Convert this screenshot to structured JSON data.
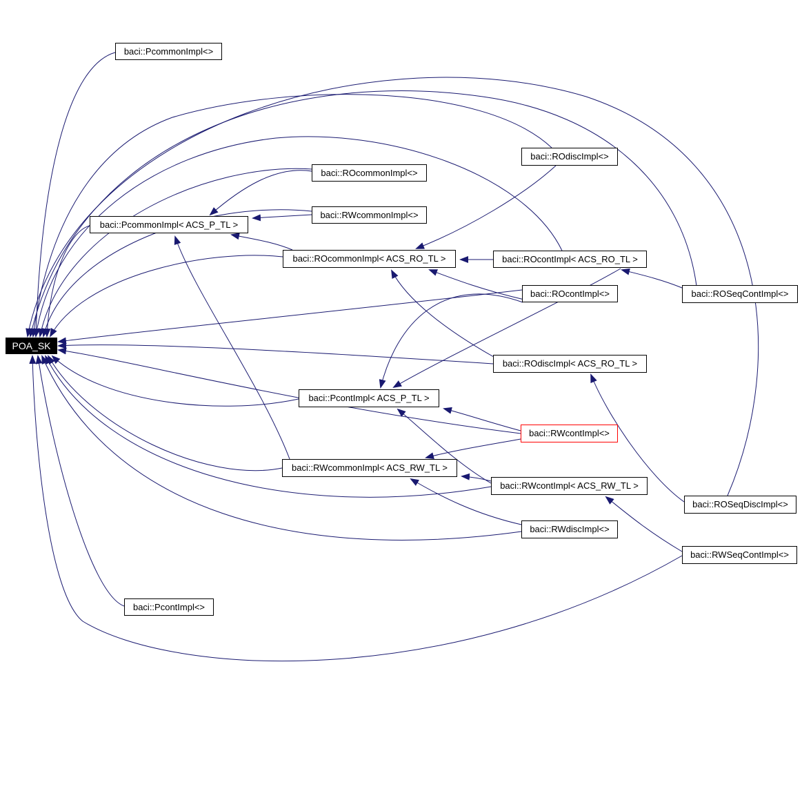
{
  "diagram": {
    "type": "class-inheritance-graph",
    "subject": "POA_SK",
    "colors": {
      "edge": "#191970",
      "node_border": "#000000",
      "node_background": "#ffffff",
      "subject_background": "#000000",
      "subject_text": "#ffffff",
      "highlight_border": "#ff0000"
    },
    "nodes": [
      {
        "id": "poa_sk",
        "label": "POA_SK",
        "style": "current"
      },
      {
        "id": "pcommon_e",
        "label": "baci::PcommonImpl<>",
        "style": "normal"
      },
      {
        "id": "pcommon_t",
        "label": "baci::PcommonImpl< ACS_P_TL >",
        "style": "normal"
      },
      {
        "id": "rocommon_e",
        "label": "baci::ROcommonImpl<>",
        "style": "normal"
      },
      {
        "id": "rwcommon_e",
        "label": "baci::RWcommonImpl<>",
        "style": "normal"
      },
      {
        "id": "rocommon_t",
        "label": "baci::ROcommonImpl< ACS_RO_TL >",
        "style": "normal"
      },
      {
        "id": "rodisc_e",
        "label": "baci::ROdiscImpl<>",
        "style": "normal"
      },
      {
        "id": "rocont_t",
        "label": "baci::ROcontImpl< ACS_RO_TL >",
        "style": "normal"
      },
      {
        "id": "rocont_e",
        "label": "baci::ROcontImpl<>",
        "style": "normal"
      },
      {
        "id": "roseqcont",
        "label": "baci::ROSeqContImpl<>",
        "style": "normal"
      },
      {
        "id": "rodisc_t",
        "label": "baci::ROdiscImpl< ACS_RO_TL >",
        "style": "normal"
      },
      {
        "id": "pcont_t",
        "label": "baci::PcontImpl< ACS_P_TL >",
        "style": "normal"
      },
      {
        "id": "rwcont_e",
        "label": "baci::RWcontImpl<>",
        "style": "highlight"
      },
      {
        "id": "rwcommon_t",
        "label": "baci::RWcommonImpl< ACS_RW_TL >",
        "style": "normal"
      },
      {
        "id": "rwcont_t",
        "label": "baci::RWcontImpl< ACS_RW_TL >",
        "style": "normal"
      },
      {
        "id": "roseqdisc",
        "label": "baci::ROSeqDiscImpl<>",
        "style": "normal"
      },
      {
        "id": "rwdisc_e",
        "label": "baci::RWdiscImpl<>",
        "style": "normal"
      },
      {
        "id": "rwseqcont",
        "label": "baci::RWSeqContImpl<>",
        "style": "normal"
      },
      {
        "id": "pcont_e",
        "label": "baci::PcontImpl<>",
        "style": "normal"
      }
    ],
    "edges": [
      {
        "from": "pcommon_e",
        "to": "poa_sk"
      },
      {
        "from": "roseqdisc",
        "to": "poa_sk"
      },
      {
        "from": "roseqcont",
        "to": "poa_sk"
      },
      {
        "from": "rodisc_e",
        "to": "poa_sk"
      },
      {
        "from": "rocont_t",
        "to": "poa_sk"
      },
      {
        "from": "rocommon_e",
        "to": "poa_sk"
      },
      {
        "from": "rwcommon_e",
        "to": "poa_sk"
      },
      {
        "from": "pcommon_t",
        "to": "poa_sk"
      },
      {
        "from": "rocommon_t",
        "to": "poa_sk"
      },
      {
        "from": "rocont_e",
        "to": "poa_sk"
      },
      {
        "from": "rodisc_t",
        "to": "poa_sk"
      },
      {
        "from": "rwcont_e",
        "to": "poa_sk"
      },
      {
        "from": "pcont_t",
        "to": "poa_sk"
      },
      {
        "from": "rwcommon_t",
        "to": "poa_sk"
      },
      {
        "from": "rwcont_t",
        "to": "poa_sk"
      },
      {
        "from": "rwdisc_e",
        "to": "poa_sk"
      },
      {
        "from": "pcont_e",
        "to": "poa_sk"
      },
      {
        "from": "rwseqcont",
        "to": "poa_sk"
      },
      {
        "from": "rocommon_e",
        "to": "pcommon_t"
      },
      {
        "from": "rwcommon_e",
        "to": "pcommon_t"
      },
      {
        "from": "rocommon_t",
        "to": "pcommon_t"
      },
      {
        "from": "rwcommon_t",
        "to": "pcommon_t"
      },
      {
        "from": "rocont_t",
        "to": "rocommon_t"
      },
      {
        "from": "rodisc_e",
        "to": "rocommon_t"
      },
      {
        "from": "rocont_e",
        "to": "rocommon_t"
      },
      {
        "from": "rodisc_t",
        "to": "rocommon_t"
      },
      {
        "from": "roseqcont",
        "to": "rocont_t"
      },
      {
        "from": "roseqdisc",
        "to": "rodisc_t"
      },
      {
        "from": "rocont_t",
        "to": "pcont_t"
      },
      {
        "from": "rocont_e",
        "to": "pcont_t"
      },
      {
        "from": "rwcont_e",
        "to": "pcont_t"
      },
      {
        "from": "rwcont_t",
        "to": "pcont_t"
      },
      {
        "from": "rwcont_t",
        "to": "rwcommon_t"
      },
      {
        "from": "rwcont_e",
        "to": "rwcommon_t"
      },
      {
        "from": "rwdisc_e",
        "to": "rwcommon_t"
      },
      {
        "from": "rwseqcont",
        "to": "rwcont_t"
      }
    ]
  }
}
